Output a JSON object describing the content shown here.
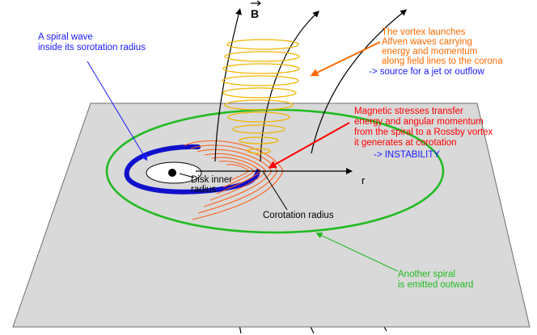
{
  "labels": {
    "field": "B",
    "radial_axis": "r",
    "spiral_wave": [
      "A spiral wave",
      "inside its sorotation radius"
    ],
    "vortex": [
      "The vortex launches",
      "Alfven waves carrying",
      "energy and momentum",
      "along field lines to the corona"
    ],
    "vortex_result": "-> source for a jet or outflow",
    "stresses": [
      "Magnetic stresses transfer",
      "energy and angular momentum",
      "from the spiral to a Rossby vortex",
      "it generates at corotation"
    ],
    "stresses_result": "-> INSTABILITY",
    "disk_inner": [
      "Disk inner",
      "radius"
    ],
    "corotation": "Corotation radius",
    "another_spiral": [
      "Another spiral",
      "is emitted outward"
    ]
  },
  "colors": {
    "blue_text": "#1a1aff",
    "orange_text": "#ff6a00",
    "red_text": "#ff0000",
    "green": "#22bb22",
    "spiral_blue": "#1010cc",
    "helix": "#f0b400",
    "vortex": "#ff5a10",
    "plane": "#d9d9d9"
  }
}
